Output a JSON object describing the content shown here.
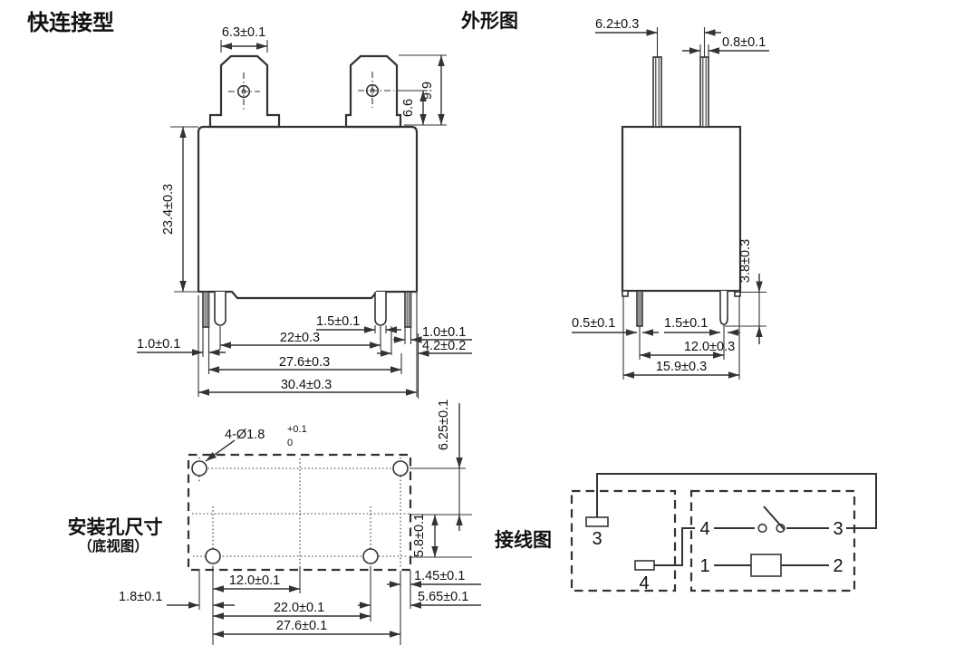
{
  "colors": {
    "line": "#333333",
    "text": "#111111",
    "background": "#ffffff"
  },
  "front_view": {
    "title": "快连接型",
    "dims": {
      "tab_width": "6.3±0.1",
      "tab_height": "9.9",
      "hole_height": "6.6",
      "body_height": "23.4±0.3",
      "left_pin_width": "1.0±0.1",
      "u_pin_width": "1.5±0.1",
      "pin_span_inner": "22±0.3",
      "right_pin_width": "1.0±0.1",
      "right_pin_offset": "4.2±0.2",
      "pin_span_outer": "27.6±0.3",
      "body_width": "30.4±0.3"
    }
  },
  "side_view": {
    "title": "外形图",
    "dims": {
      "tab_spacing": "6.2±0.3",
      "tab_thickness": "0.8±0.1",
      "pin_length": "3.8±0.3",
      "pin_thickness": "0.5±0.1",
      "u_pin_width": "1.5±0.1",
      "pin_spacing": "12.0±0.3",
      "body_depth": "15.9±0.3"
    }
  },
  "bottom_view": {
    "title": "安装孔尺寸",
    "subtitle": "（底视图）",
    "hole_callout": "4-Ø1.8",
    "hole_tol_upper": "+0.1",
    "hole_tol_lower": "0",
    "dims": {
      "hole_row_offset": "6.25±0.1",
      "hole_mid_offset": "5.8±0.1",
      "edge_offset_top": "1.45±0.1",
      "edge_offset_bottom": "5.65±0.1",
      "hole_half_span": "12.0±0.1",
      "hole_col_offset": "1.8±0.1",
      "hole_span": "22.0±0.1",
      "outer_span": "27.6±0.1"
    }
  },
  "wiring_diagram": {
    "title": "接线图",
    "left_terminals": {
      "t3": "3",
      "t4": "4"
    },
    "right_terminals": {
      "t4": "4",
      "t3": "3",
      "t1": "1",
      "t2": "2"
    }
  }
}
